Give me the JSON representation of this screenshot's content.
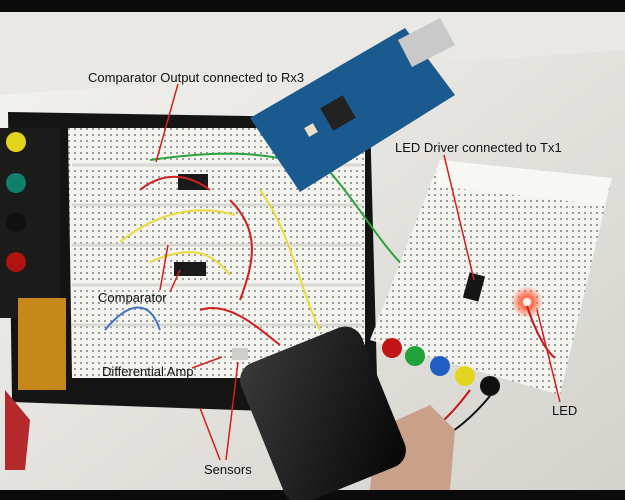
{
  "annotations": {
    "comparator_output": "Comparator  Output connected to Rx3",
    "led_driver": "LED Driver connected to Tx1",
    "comparator": "Comparator",
    "differential_amp": "Differential Amp",
    "led": "LED",
    "sensors": "Sensors"
  },
  "colors": {
    "table": "#e6e4df",
    "board_backing": "#151515",
    "breadboard": "#f2f2ee",
    "arduino": "#1b5a8f",
    "callout_line": "#d21f1f",
    "led_glow": "#ff5a3c"
  },
  "objects": [
    "black-solderless-breadboard",
    "arduino-mega-board",
    "small-breadboard",
    "binding-posts",
    "phone",
    "hand",
    "red-led"
  ]
}
